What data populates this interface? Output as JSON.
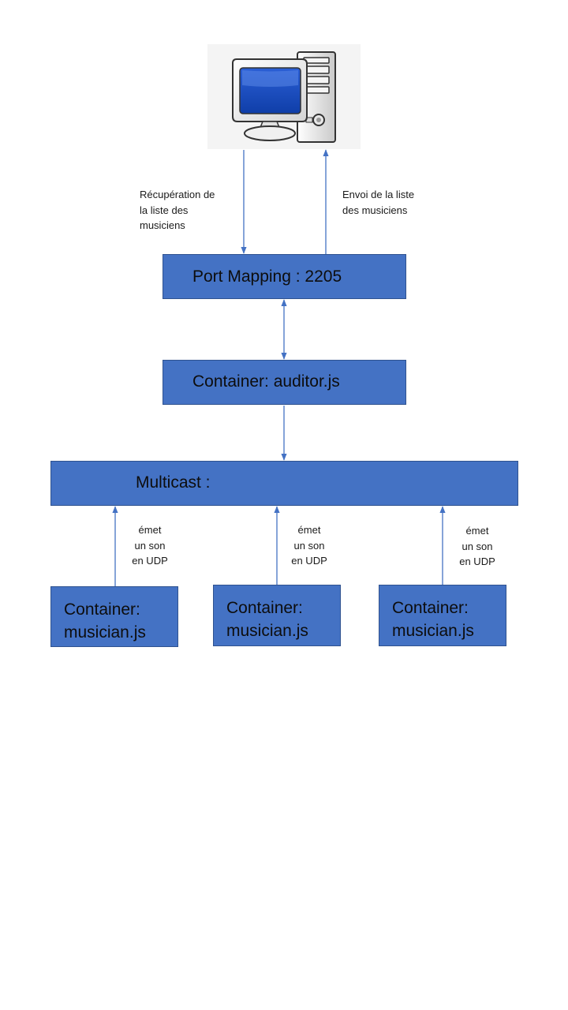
{
  "diagram": {
    "computer": {
      "icon": "desktop-computer-icon"
    },
    "annotations": {
      "retrieval": "Récupération de\nla liste des\nmusiciens",
      "send": "Envoi de la liste\ndes musiciens"
    },
    "boxes": {
      "port_mapping": "Port Mapping : 2205",
      "auditor": "Container: auditor.js",
      "multicast": "Multicast :",
      "musicians": [
        "Container: musician.js",
        "Container: musician.js",
        "Container: musician.js"
      ]
    },
    "emit_labels": [
      "émet\nun son\nen UDP",
      "émet\nun son\nen UDP",
      "émet\nun son\nen UDP"
    ],
    "colors": {
      "box_fill": "#4472c4",
      "box_border": "#2f528f",
      "connector": "#4472c4"
    }
  }
}
